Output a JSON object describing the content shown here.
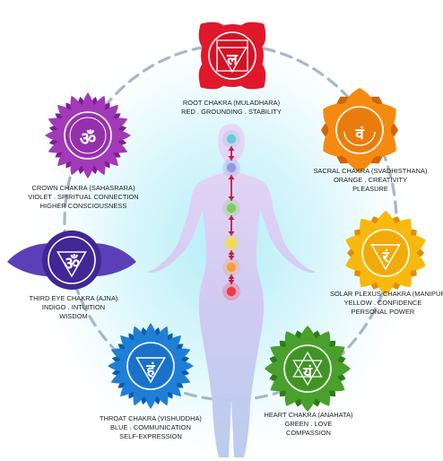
{
  "chakras": [
    {
      "id": "root",
      "symbol": "ल",
      "lines": [
        "ROOT CHAKRA (MULADHARA)",
        "RED . GROUNDING . STABILITY"
      ],
      "colors": {
        "petal": "#e0182c",
        "dark": "#b30e1f",
        "light": "#f4606a"
      }
    },
    {
      "id": "sacral",
      "symbol": "वं",
      "lines": [
        "SACRAL CHAKRA (SVADHISTHANA)",
        "ORANGE . CREATIVITY",
        "PLEASURE"
      ],
      "colors": {
        "petal": "#f58a12",
        "dark": "#d16405",
        "light": "#fbb355"
      }
    },
    {
      "id": "solar",
      "symbol": "रं",
      "lines": [
        "SOLAR PLEXUS CHAKRA (MANIPURA)",
        "YELLOW . CONFIDENCE",
        "PERSONAL POWER"
      ],
      "colors": {
        "petal": "#f9b80e",
        "dark": "#e08f00",
        "light": "#fdd86a"
      }
    },
    {
      "id": "heart",
      "symbol": "यं",
      "lines": [
        "HEART CHAKRA (ANAHATA)",
        "GREEN . LOVE",
        "COMPASSION"
      ],
      "colors": {
        "petal": "#4aa02c",
        "dark": "#2f7c1a",
        "light": "#8ccf62"
      }
    },
    {
      "id": "throat",
      "symbol": "हं",
      "lines": [
        "THROAT CHAKRA (VISHUDDHA)",
        "BLUE . COMMUNICATION",
        "SELF-EXPRESSION"
      ],
      "colors": {
        "petal": "#1f7fd6",
        "dark": "#0d5caf",
        "light": "#6bb4ee"
      }
    },
    {
      "id": "thirdeye",
      "symbol": "ॐ",
      "lines": [
        "THIRD EYE CHAKRA (AJNA)",
        "INDIGO . INTUITION",
        "WISDOM"
      ],
      "colors": {
        "petal": "#5b3fb8",
        "dark": "#3f2796",
        "light": "#9b86e0"
      }
    },
    {
      "id": "crown",
      "symbol": "ॐ",
      "lines": [
        "CROWN CHAKRA (SAHASRARA)",
        "VIOLET . SPIRITUAL CONNECTION",
        "HIGHER CONSCIOUSNESS"
      ],
      "colors": {
        "petal": "#a23ab8",
        "dark": "#7d1f95",
        "light": "#d08ade"
      }
    }
  ],
  "body_points": [
    {
      "color": "#6ec6df"
    },
    {
      "color": "#8a9be8"
    },
    {
      "color": "#7ccf5a"
    },
    {
      "color": "#f5dc3b"
    },
    {
      "color": "#f5a03a"
    },
    {
      "color": "#ef3a45"
    }
  ],
  "colors": {
    "arrows": "#c41a48",
    "orbit": "#a9b7c4",
    "body_top": "#e8d4f4",
    "body_bottom": "#b9c7ef"
  }
}
